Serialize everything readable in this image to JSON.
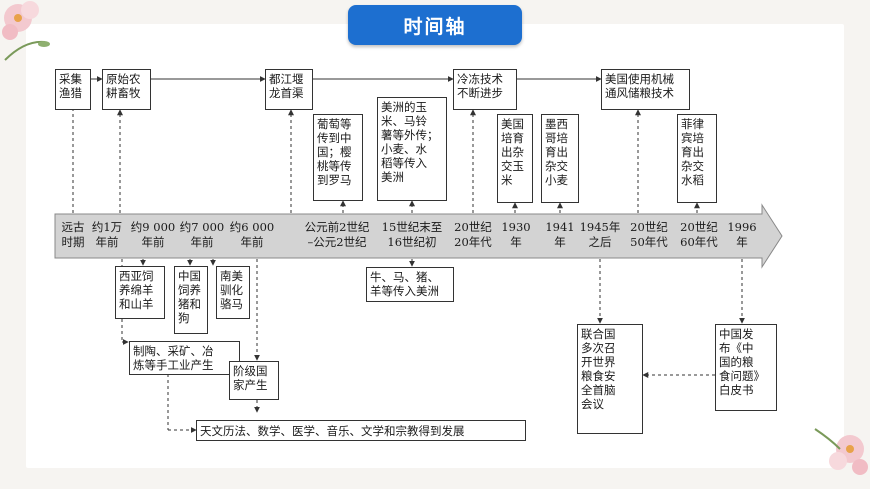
{
  "title": "时间轴",
  "colors": {
    "title_bg": "#1d6fd0",
    "axis_fill": "#d3d3d3",
    "border": "#333333"
  },
  "axis": {
    "labels": [
      "远古\n时期",
      "约1万\n年前",
      "约9 000\n年前",
      "约7 000\n年前",
      "约6 000\n年前",
      "公元前2世纪\n–公元2世纪",
      "15世纪末至\n16世纪初",
      "20世纪\n20年代",
      "1930\n年",
      "1941\n年",
      "1945年\n之后",
      "20世纪\n50年代",
      "20世纪\n60年代",
      "1996\n年"
    ]
  },
  "boxes_above": [
    "采集\n渔猎",
    "原始农\n耕畜牧",
    "都江堰\n龙首渠",
    "冷冻技术\n不断进步",
    "美国使用机械\n通风储粮技术",
    "葡萄等\n传到中\n国；樱\n桃等传\n到罗马",
    "美洲的玉\n米、马铃\n薯等外传；\n小麦、水\n稻等传入\n美洲",
    "美国\n培育\n出杂\n交玉\n米",
    "墨西\n哥培\n育出\n杂交\n小麦",
    "菲律\n宾培\n育出\n杂交\n水稻"
  ],
  "boxes_below": [
    "西亚饲\n养绵羊\n和山羊",
    "中国\n饲养\n猪和\n狗",
    "南美\n驯化\n骆马",
    "牛、马、猪、\n羊等传入美洲",
    "制陶、采矿、冶\n炼等手工业产生",
    "阶级国\n家产生",
    "天文历法、数学、医学、音乐、文学和宗教得到发展",
    "联合国\n多次召\n开世界\n粮食安\n全首脑\n会议",
    "中国发\n布《中\n国的粮\n食问题》\n白皮书"
  ]
}
